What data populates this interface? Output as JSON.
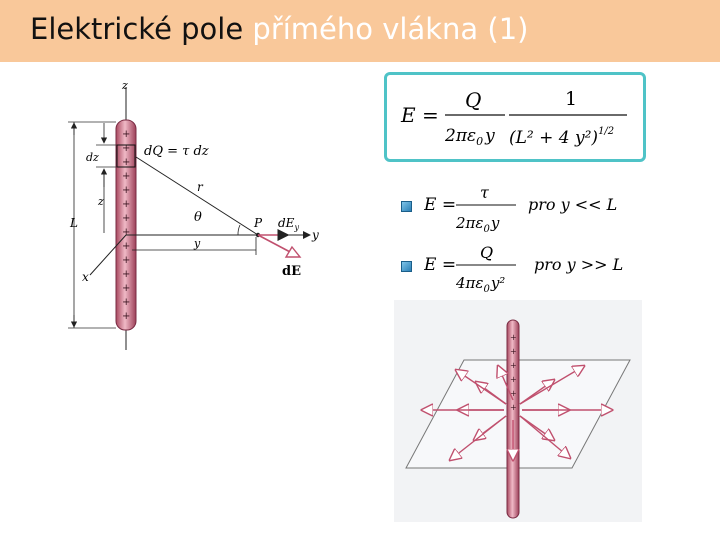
{
  "slide": {
    "title_main": "Elektrické pole",
    "title_accent": "přímého vlákna (1)"
  },
  "main_formula": {
    "lhs": "E =",
    "num1": "Q",
    "den1": "2πε",
    "den1_sub": "0",
    "den1_var": "y",
    "num2": "1",
    "den2": "(L² + 4 y²)",
    "den2_exp": "1/2"
  },
  "approximations": [
    {
      "lhs": "E =",
      "num": "τ",
      "den": "2πε",
      "den_sub": "0",
      "den_var": "y",
      "condition": "pro  y << L"
    },
    {
      "lhs": "E =",
      "num": "Q",
      "den": "4πε",
      "den_sub": "0",
      "den_var": "y²",
      "condition": "pro  y >> L"
    }
  ],
  "diagram_labels": {
    "z_axis": "z",
    "charge_element": "dQ = τ dz",
    "dz": "dz",
    "z": "z",
    "L": "L",
    "r": "r",
    "theta": "θ",
    "point": "P",
    "dEy": "dE",
    "dEy_sub": "y",
    "y_axis": "y",
    "y_dist": "y",
    "x_axis": "x",
    "dE": "dE"
  },
  "colors": {
    "title_bar": "#f9c89a",
    "formula_border": "#4fc3c7",
    "rod": "#d98a9e",
    "rod_dark": "#8f3a55",
    "field_arrow": "#c0506e"
  }
}
